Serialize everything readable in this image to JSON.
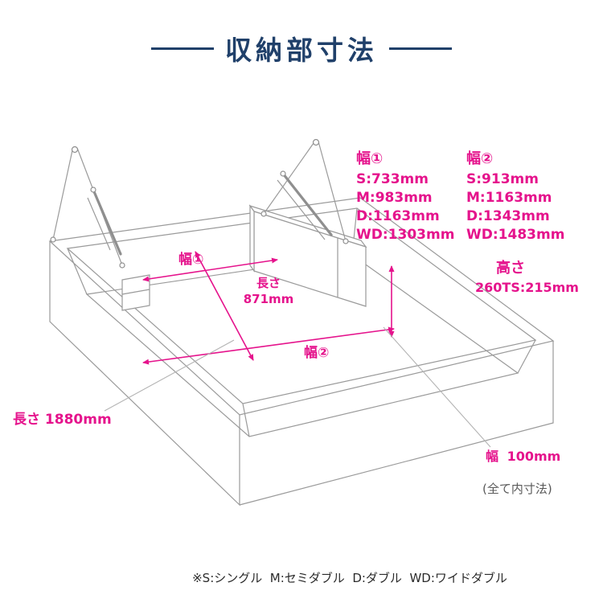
{
  "colors": {
    "title_navy": "#20406a",
    "accent_magenta": "#e5138c",
    "drawing_gray": "#9a9a9a",
    "note_gray": "#595959",
    "footnote_dark": "#2b2b2b"
  },
  "title": {
    "text": "収納部寸法"
  },
  "legend": {
    "width1": {
      "label": "幅①",
      "values": [
        "S:733mm",
        "M:983mm",
        "D:1163mm",
        "WD:1303mm"
      ]
    },
    "width2": {
      "label": "幅②",
      "values": [
        "S:913mm",
        "M:1163mm",
        "D:1343mm",
        "WD:1483mm"
      ]
    },
    "height": {
      "label": "高さ",
      "value": "260TS:215mm"
    }
  },
  "annotations": {
    "width1_label": "幅①",
    "width2_label": "幅②",
    "length_inner_label": "長さ",
    "length_inner_value": "871mm",
    "length_total": "長さ 1880mm",
    "width_small": "幅 100mm",
    "inner_note": "(全て内寸法)"
  },
  "footnote": "※S:シングル  M:セミダブル  D:ダブル  WD:ワイドダブル"
}
